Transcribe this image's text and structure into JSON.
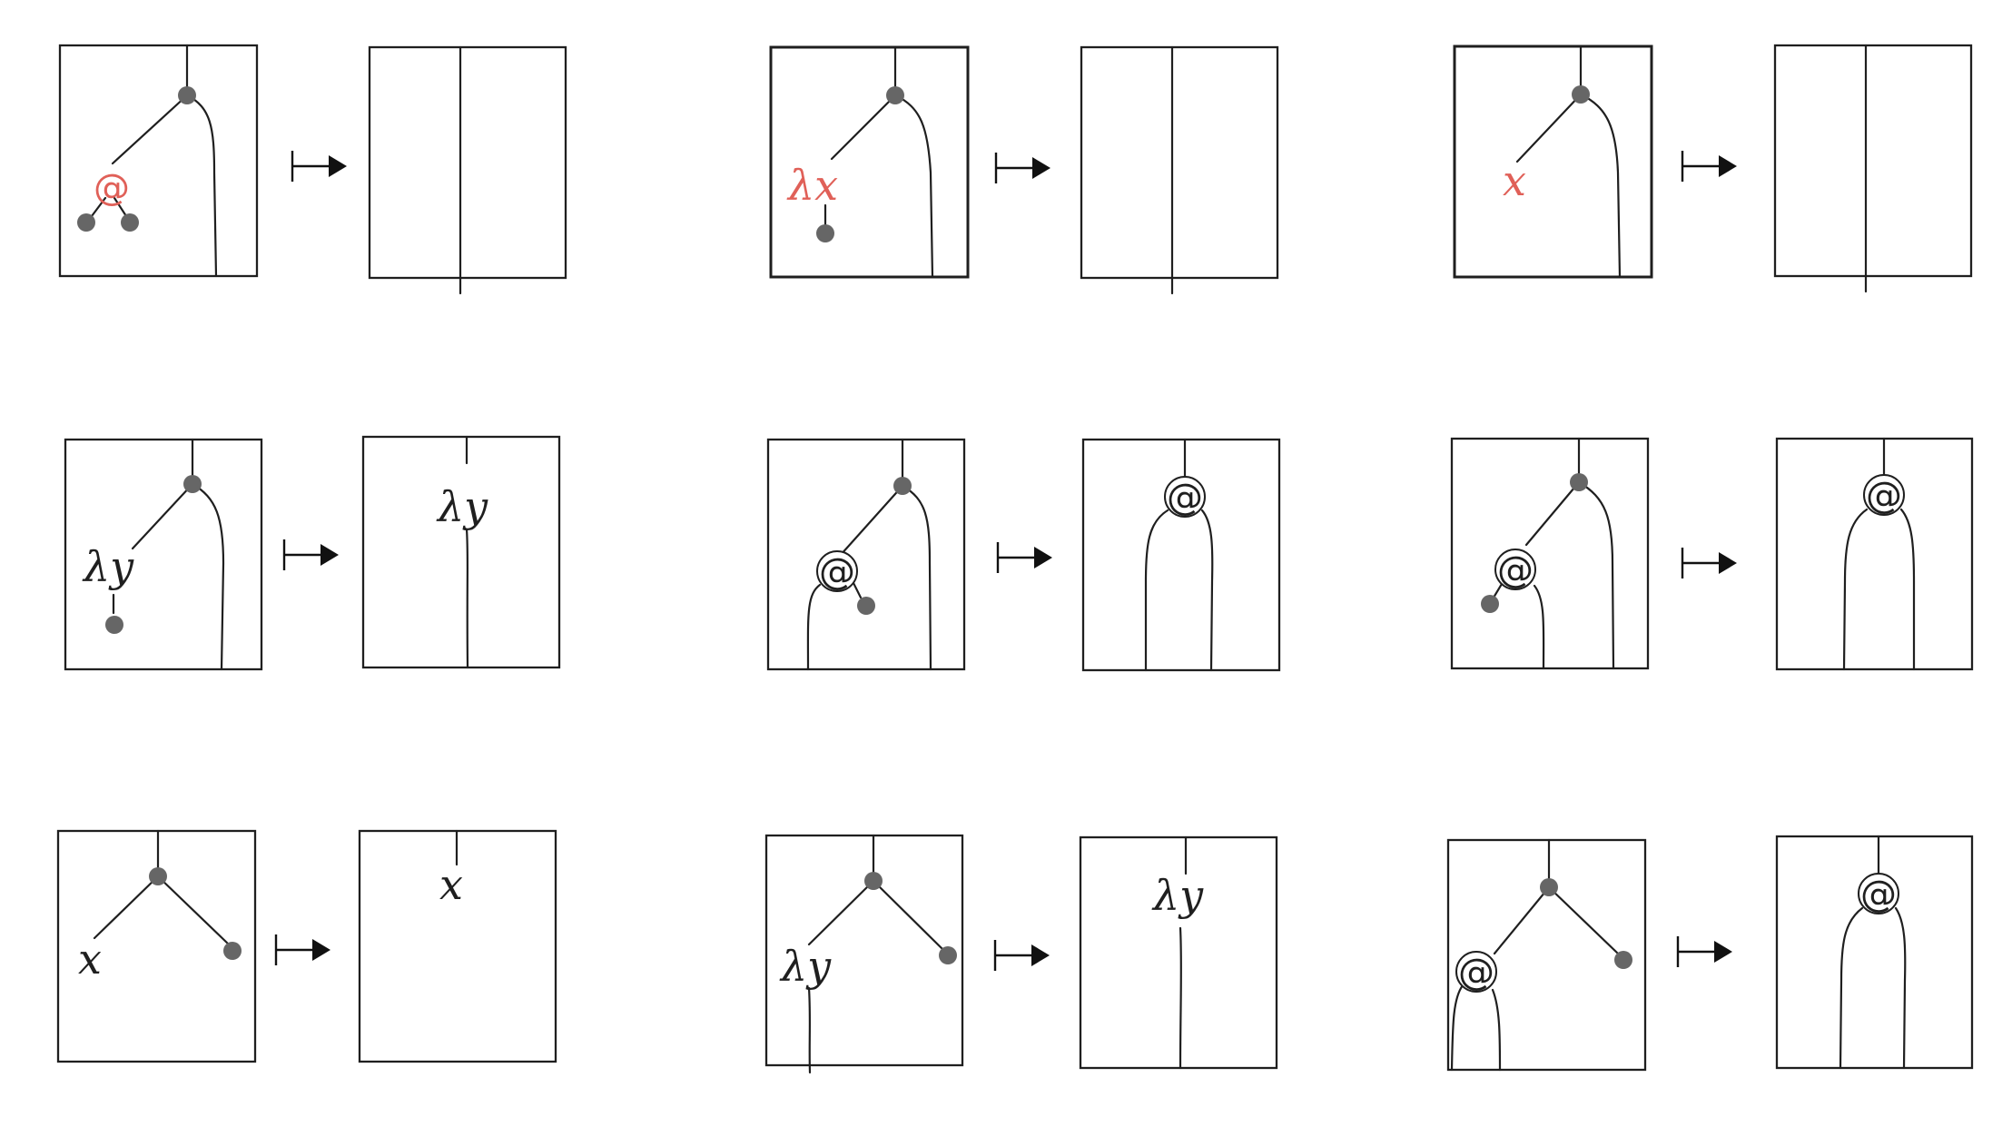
{
  "colors": {
    "ink": "#1f1f1f",
    "node": "#666666",
    "highlight": "#e06058"
  },
  "rules": [
    {
      "id": "app-erase",
      "left_label": "@",
      "left_label_color": "#e06058",
      "right_label": ""
    },
    {
      "id": "lambda-erase",
      "left_label": "λx",
      "left_label_color": "#e06058",
      "right_label": ""
    },
    {
      "id": "var-erase",
      "left_label": "x",
      "left_label_color": "#e06058",
      "right_label": ""
    },
    {
      "id": "lambda-dup",
      "left_label": "λy",
      "right_label": "λy"
    },
    {
      "id": "app-dup-right",
      "left_label": "@",
      "right_label": "@"
    },
    {
      "id": "app-dup-left",
      "left_label": "@",
      "right_label": "@"
    },
    {
      "id": "var-dup",
      "left_label": "x",
      "right_label": "x"
    },
    {
      "id": "lambda-dup-2",
      "left_label": "λy",
      "right_label": "λy"
    },
    {
      "id": "app-dup-2",
      "left_label": "@",
      "right_label": "@"
    }
  ],
  "mapsto_symbol": "↦"
}
